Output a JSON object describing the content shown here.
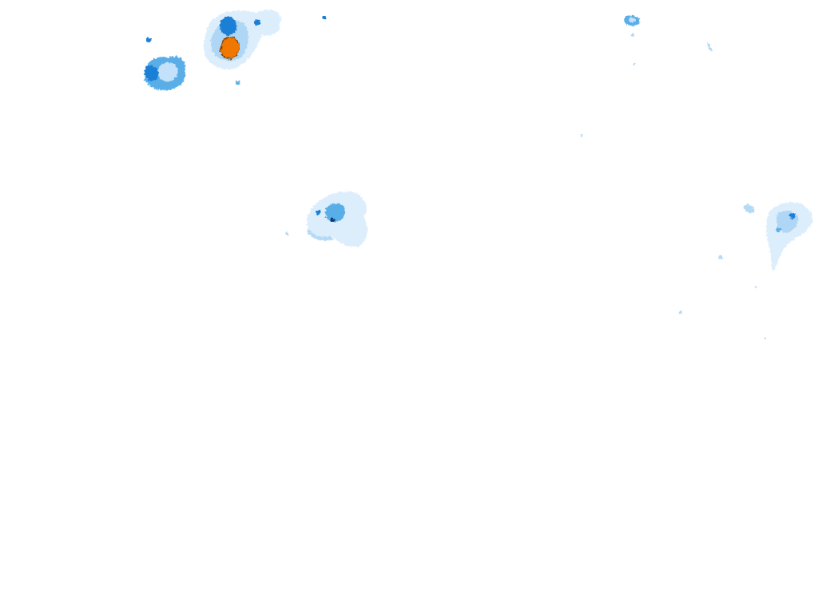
{
  "map": {
    "background": "#ffffff",
    "palette": {
      "very_light": "#d6ebfb",
      "light": "#a8d3f5",
      "medium": "#5aaee8",
      "strong": "#1c7fd6",
      "dark": "#0b3f7a",
      "extreme": "#f07800",
      "extreme_outline": "#7a3500"
    },
    "cells": [
      {
        "id": "cluster-nw-a",
        "intensity": "strong",
        "has_core": false
      },
      {
        "id": "cluster-nw-b",
        "intensity": "strong",
        "has_core": true
      },
      {
        "id": "cluster-center",
        "intensity": "medium",
        "has_core": false
      },
      {
        "id": "cluster-ne-top",
        "intensity": "medium",
        "has_core": false
      },
      {
        "id": "cluster-east",
        "intensity": "medium",
        "has_core": false
      }
    ]
  }
}
